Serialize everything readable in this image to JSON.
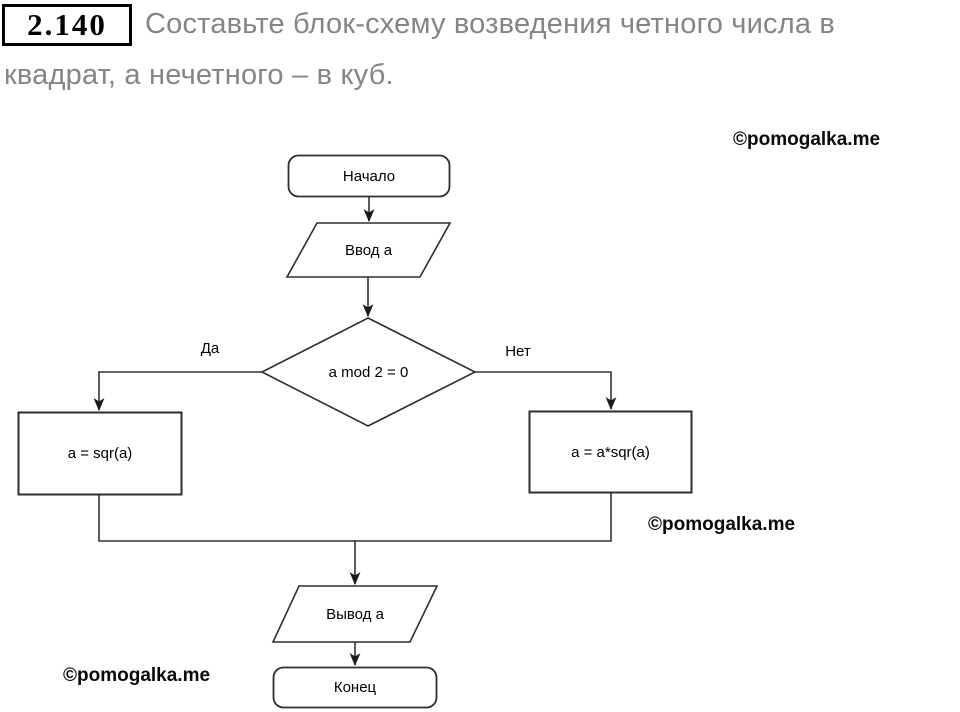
{
  "header": {
    "number": "2.140",
    "title_line1": "Составьте блок-схему возведения четного числа в",
    "title_line2": "квадрат, а нечетного – в куб."
  },
  "watermark": "©pomogalka.me",
  "flowchart": {
    "start_label": "Начало",
    "input_label": "Ввод a",
    "decision_label": "a mod 2 = 0",
    "yes_label": "Да",
    "no_label": "Нет",
    "even_branch_label": "a = sqr(a)",
    "odd_branch_label": "a = a*sqr(a)",
    "output_label": "Вывод a",
    "end_label": "Конец"
  },
  "colors": {
    "title_gray": "#858585",
    "line": "#333333",
    "shape_border": "#2e2e2e",
    "text": "#000000"
  }
}
